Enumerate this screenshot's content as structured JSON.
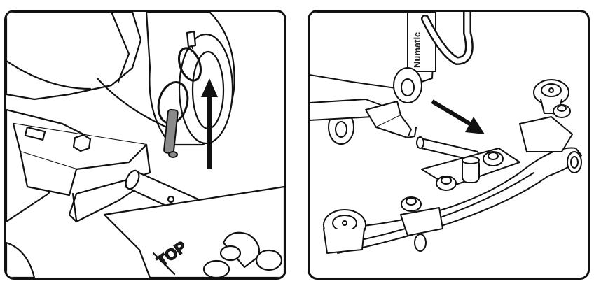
{
  "panels": [
    {
      "id": "left",
      "labels": {
        "top_mark": "TOP"
      }
    },
    {
      "id": "right",
      "labels": {
        "brand_text": "Numatic"
      }
    }
  ],
  "colors": {
    "line": "#111111",
    "arrow": "#111111",
    "pin": "#8a8a8a",
    "shade": "#d9d9d9"
  }
}
